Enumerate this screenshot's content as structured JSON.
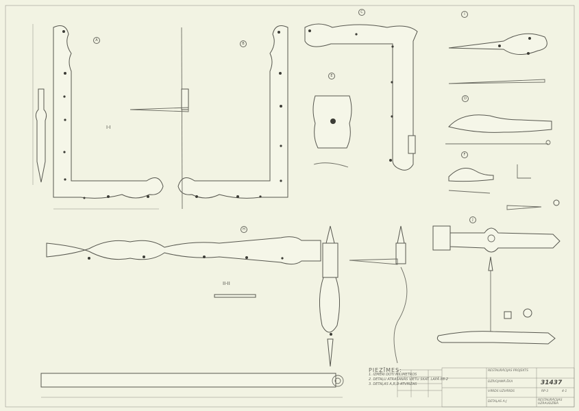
{
  "drawing": {
    "detail_labels": [
      "A",
      "B",
      "C",
      "E",
      "I",
      "D",
      "F",
      "J",
      "H"
    ],
    "section_labels": [
      "I-I",
      "II-II"
    ],
    "notes_title": "PIEZĪMES:",
    "notes": [
      "1. IZMĒRI DOTI MILIMETROS",
      "2. DETAĻU ATRAŠANĀS VIETU SKAT. LAPĀ 88-2",
      "3. DETAĻAS A,B,D ATVIRZAS"
    ],
    "title_block": {
      "project": "RESTAURĀCIJAS PROJEKTS",
      "object": "DZĪVOJAMĀ ĒKA",
      "sheet_title": "DETAĻAS A-J",
      "drawing_number": "31437",
      "stage": "RP-3",
      "sheet": "4-1",
      "designer": "VĀRDS UZVĀRDS",
      "approved": "RESTAURĀCIJAS UZRAUDZĪBA"
    }
  }
}
